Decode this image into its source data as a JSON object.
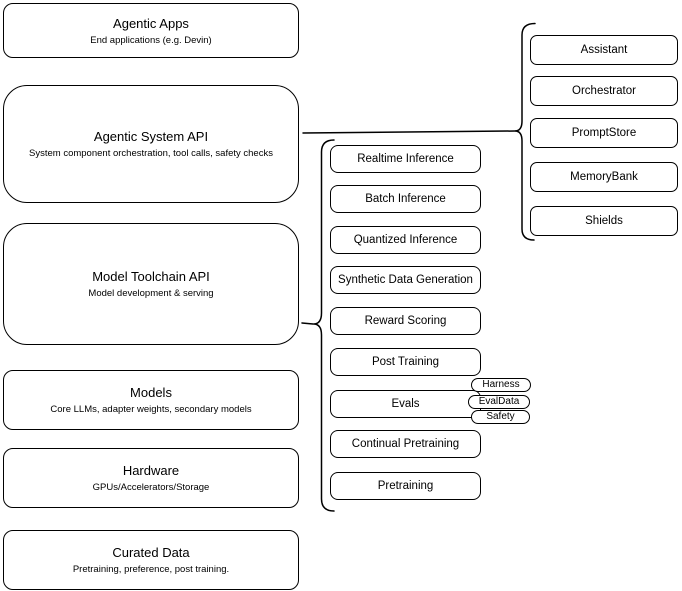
{
  "left_column": [
    {
      "title": "Agentic Apps",
      "subtitle": "End applications (e.g. Devin)"
    },
    {
      "title": "Agentic System API",
      "subtitle": "System component orchestration, tool calls, safety checks"
    },
    {
      "title": "Model Toolchain API",
      "subtitle": "Model development & serving"
    },
    {
      "title": "Models",
      "subtitle": "Core LLMs, adapter weights, secondary models"
    },
    {
      "title": "Hardware",
      "subtitle": "GPUs/Accelerators/Storage"
    },
    {
      "title": "Curated Data",
      "subtitle": "Pretraining, preference, post training."
    }
  ],
  "toolchain_items": [
    "Realtime Inference",
    "Batch Inference",
    "Quantized Inference",
    "Synthetic Data Generation",
    "Reward Scoring",
    "Post Training",
    "Evals",
    "Continual Pretraining",
    "Pretraining"
  ],
  "eval_tags": [
    "Harness",
    "EvalData",
    "Safety"
  ],
  "system_components": [
    "Assistant",
    "Orchestrator",
    "PromptStore",
    "MemoryBank",
    "Shields"
  ],
  "colors": {
    "stroke": "#000000",
    "node_fill": "#ffffff",
    "background": "#ffffff"
  }
}
